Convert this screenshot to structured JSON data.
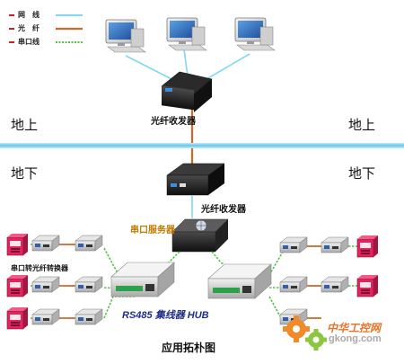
{
  "legend": {
    "network_label": "网　线",
    "fiber_label": "光　纤",
    "serial_label": "串口线"
  },
  "zones": {
    "above_left": "地上",
    "above_right": "地上",
    "below_left": "地下",
    "below_right": "地下"
  },
  "devices": {
    "fiber_transceiver_top": "光纤收发器",
    "fiber_transceiver_bottom": "光纤收发器",
    "serial_server": "串口服务器",
    "serial_fiber_converter": "串口转光纤转换器",
    "rs485_hub": "RS485 集线器 HUB"
  },
  "caption": "应用拓朴图",
  "watermark": {
    "name": "中华工控网",
    "url": "gkong.com"
  },
  "colors": {
    "network": "#7fd9f2",
    "fiber": "#cf6a28",
    "serial": "#59c04f",
    "ground_line": "#63c7ef",
    "terminal": "#e0245e",
    "hub_label": "#1d2f8a",
    "server_label": "#c07a00"
  }
}
